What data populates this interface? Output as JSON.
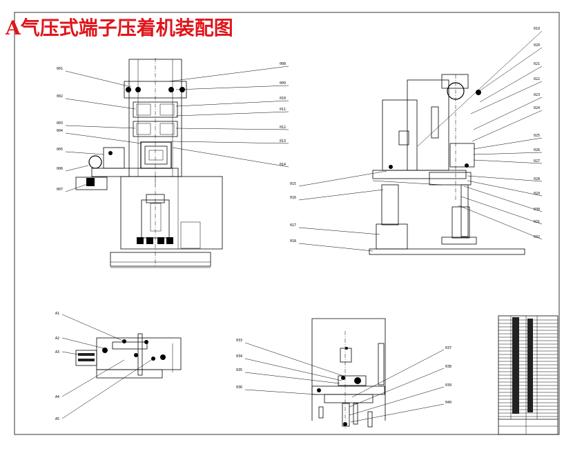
{
  "title": "A气压式端子压着机装配图",
  "colors": {
    "title": "#e0151b",
    "lines": "#000000",
    "background": "#ffffff"
  },
  "front_view_labels_left": [
    "001",
    "002",
    "003",
    "004",
    "005",
    "006",
    "007"
  ],
  "front_view_labels_right": [
    "008",
    "009",
    "010",
    "011",
    "012",
    "013",
    "014"
  ],
  "side_view_labels_left": [
    "015",
    "016",
    "017",
    "018"
  ],
  "side_view_labels_right": [
    "019",
    "020",
    "021",
    "022",
    "023",
    "024",
    "025",
    "026",
    "027",
    "028",
    "029",
    "030",
    "031",
    "032"
  ],
  "detail_a_labels": [
    "A1",
    "A2",
    "A3",
    "A4",
    "A5"
  ],
  "detail_b_labels_left": [
    "033",
    "034",
    "035",
    "036"
  ],
  "detail_b_labels_right": [
    "037",
    "038",
    "039",
    "040"
  ]
}
